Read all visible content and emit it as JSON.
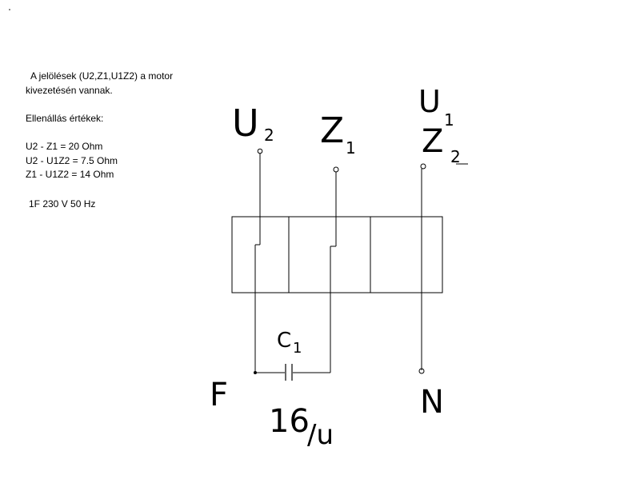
{
  "notes": {
    "intro_line1": "A jelölések (U2,Z1,U1Z2) a motor",
    "intro_line2": "kivezetésén vannak.",
    "resistance_heading": "Ellenállás értékek:",
    "resistance_values": [
      "U2 - Z1 = 20 Ohm",
      "U2 - U1Z2 = 7.5 Ohm",
      "Z1 - U1Z2 = 14 Ohm"
    ],
    "supply": "1F 230 V 50 Hz"
  },
  "terminals": {
    "u2": "U",
    "u2_sub": "2",
    "z1": "Z",
    "z1_sub": "1",
    "u1": "U",
    "u1_sub": "1",
    "z2": "Z",
    "z2_sub": "2"
  },
  "capacitor": {
    "label": "C",
    "label_sub": "1",
    "value": "16",
    "value_unit": "/u"
  },
  "supply_terminals": {
    "phase": "F",
    "neutral": "N"
  }
}
